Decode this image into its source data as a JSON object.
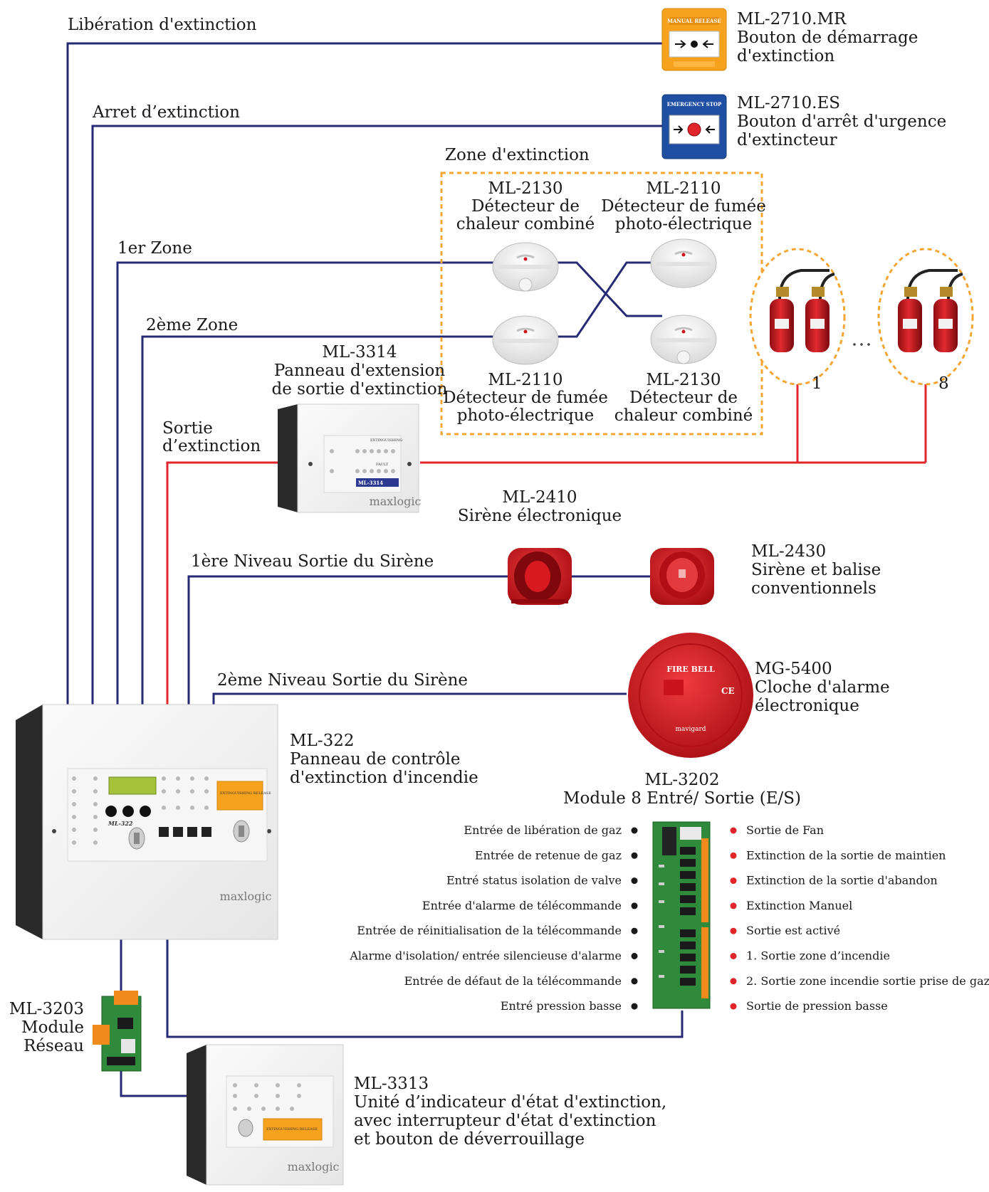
{
  "colors": {
    "wire_signal": "#262a75",
    "wire_release": "#e0262b",
    "zone_border": "#f4a533",
    "device_red": "#d8151b",
    "button_orange": "#f7a21d",
    "button_blue": "#1f4fa2"
  },
  "labels": {
    "wire_release": "Libération d'extinction",
    "wire_stop": "Arret d’extinction",
    "wire_zone1": "1er Zone",
    "wire_zone2": "2ème Zone",
    "wire_output": [
      "Sortie",
      "d’extinction"
    ],
    "wire_siren1": "1ère Niveau Sortie du Sirène",
    "wire_siren2": "2ème Niveau Sortie du Sirène",
    "zone_title": "Zone d'extinction",
    "cylinder_first": "1",
    "cylinder_last": "8"
  },
  "devices": {
    "mr": [
      "ML-2710.MR",
      "Bouton de démarrage",
      "d'extinction"
    ],
    "es": [
      "ML-2710.ES",
      "Bouton d'arrêt d'urgence",
      "d'extincteur"
    ],
    "det_heat_top": [
      "ML-2130",
      "Détecteur de",
      "chaleur combiné"
    ],
    "det_smoke_top": [
      "ML-2110",
      "Détecteur de fumée",
      "photo-électrique"
    ],
    "det_smoke_bot": [
      "ML-2110",
      "Détecteur de fumée",
      "photo-électrique"
    ],
    "det_heat_bot": [
      "ML-2130",
      "Détecteur de",
      "chaleur combiné"
    ],
    "ext_panel": [
      "ML-3314",
      "Panneau d'extension",
      "de sortie d'extinction"
    ],
    "siren": [
      "ML-2410",
      "Sirène électronique"
    ],
    "siren_beacon": [
      "ML-2430",
      "Sirène et balise",
      "conventionnels"
    ],
    "bell": [
      "MG-5400",
      "Cloche d'alarme",
      "électronique"
    ],
    "control": [
      "ML-322",
      "Panneau de contrôle",
      "d'extinction d'incendie"
    ],
    "io_module": [
      "ML-3202",
      "Module 8 Entré/ Sortie (E/S)"
    ],
    "network": [
      "ML-3203",
      "Module",
      "Réseau"
    ],
    "indicator": [
      "ML-3313",
      "Unité d’indicateur d'état d'extinction,",
      "avec interrupteur d'état d'extinction",
      "et bouton de déverrouillage"
    ]
  },
  "io_inputs": [
    "Entrée de libération de gaz",
    "Entrée de retenue de gaz",
    "Entré status isolation de valve",
    "Entrée d'alarme de télécommande",
    "Entrée de réinitialisation de la télécommande",
    "Alarme d'isolation/ entrée silencieuse d'alarme",
    "Entrée de défaut de la télécommande",
    "Entré pression basse"
  ],
  "io_outputs": [
    "Sortie de Fan",
    "Extinction de la sortie de maintien",
    "Extinction de la sortie d'abandon",
    "Extinction Manuel",
    "Sortie est activé",
    "1. Sortie zone d’incendie",
    "2. Sortie zone incendie sortie prise de gaz",
    "Sortie de pression basse"
  ],
  "product_text": {
    "brand": "maxlogic",
    "bell_brand": "mavigard",
    "mr_header": "MANUAL RELEASE",
    "es_header": "EMERGENCY STOP",
    "fire_bell": "FIRE BELL",
    "release_tag": "EXTINGUISHING RELEASE",
    "ext_model": "ML-3314",
    "ctrl_model": "ML-322",
    "ext_group1": "EXTINGUISHING",
    "ext_group2": "FAULT"
  }
}
